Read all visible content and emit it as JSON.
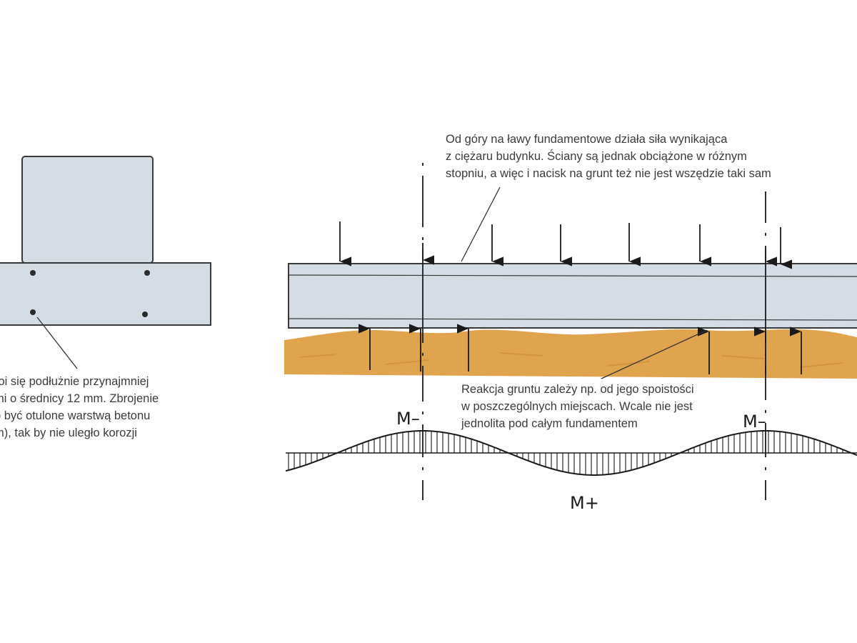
{
  "captions": {
    "reinforcement": [
      "roi się podłużnie przynajmniej",
      "mi o średnicy 12 mm. Zbrojenie",
      "o być otulone warstwą betonu",
      "m), tak by nie uległo korozji"
    ],
    "top_load": [
      "Od góry na ławy fundamentowe działa siła wynikająca",
      "z ciężaru budynku. Ściany są jednak obciążone w różnym",
      "stopniu, a więc i nacisk na grunt też nie jest wszędzie taki sam"
    ],
    "soil_reaction": [
      "Reakcja gruntu zależy np. od jego spoistości",
      "w poszczególnych miejscach. Wcale nie jest",
      "jednolita pod całym fundamentem"
    ]
  },
  "moment_labels": {
    "negative_left": "M–",
    "negative_right": "M–",
    "positive": "M+"
  },
  "colors": {
    "concrete": "#d4dde5",
    "soil": "#e1a44e",
    "ink": "#1a1a1a",
    "text": "#3c3c3c"
  }
}
